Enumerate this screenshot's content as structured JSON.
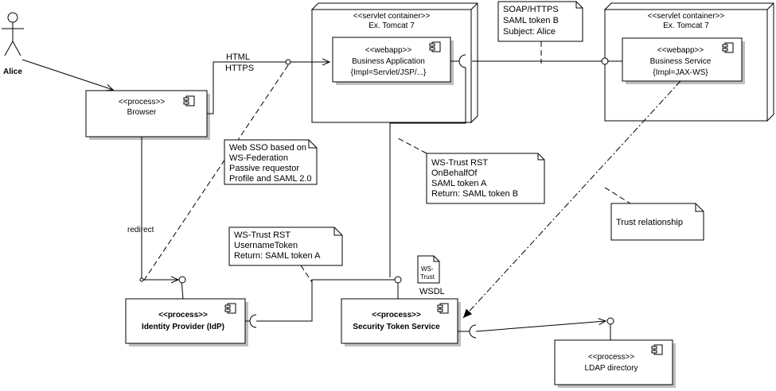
{
  "actor": {
    "name": "Alice"
  },
  "containers": {
    "left": {
      "stereotype": "<<servlet container>>",
      "name": "Ex. Tomcat 7"
    },
    "right": {
      "stereotype": "<<servlet container>>",
      "name": "Ex. Tomcat 7"
    }
  },
  "components": {
    "browser": {
      "stereotype": "<<process>>",
      "name": "Browser"
    },
    "business_app": {
      "stereotype": "<<webapp>>",
      "name": "Business Application",
      "impl": "{Impl=Servlet/JSP/...}"
    },
    "business_service": {
      "stereotype": "<<webapp>>",
      "name": "Business Service",
      "impl": "{Impl=JAX-WS}"
    },
    "idp": {
      "stereotype": "<<process>>",
      "name": "Identity Provider (IdP)"
    },
    "sts": {
      "stereotype": "<<process>>",
      "name": "Security Token Service"
    },
    "ldap": {
      "stereotype": "<<process>>",
      "name": "LDAP directory"
    }
  },
  "labels": {
    "html": "HTML",
    "https": "HTTPS",
    "redirect": "redirect",
    "wsdl": "WSDL"
  },
  "wsdl_doc": {
    "line1": "WS-",
    "line2": "Trust"
  },
  "notes": {
    "soap": [
      "SOAP/HTTPS",
      "SAML token B",
      "Subject: Alice"
    ],
    "sso": [
      "Web SSO based on",
      "WS-Federation",
      "Passive requestor",
      "Profile and SAML 2.0"
    ],
    "wstrust_b": [
      "WS-Trust RST",
      "OnBehalfOf",
      "SAML token A",
      "Return: SAML token B"
    ],
    "trust": [
      "Trust relationship"
    ],
    "wstrust_a": [
      "WS-Trust RST",
      "UsernameToken",
      "Return: SAML token A"
    ]
  }
}
